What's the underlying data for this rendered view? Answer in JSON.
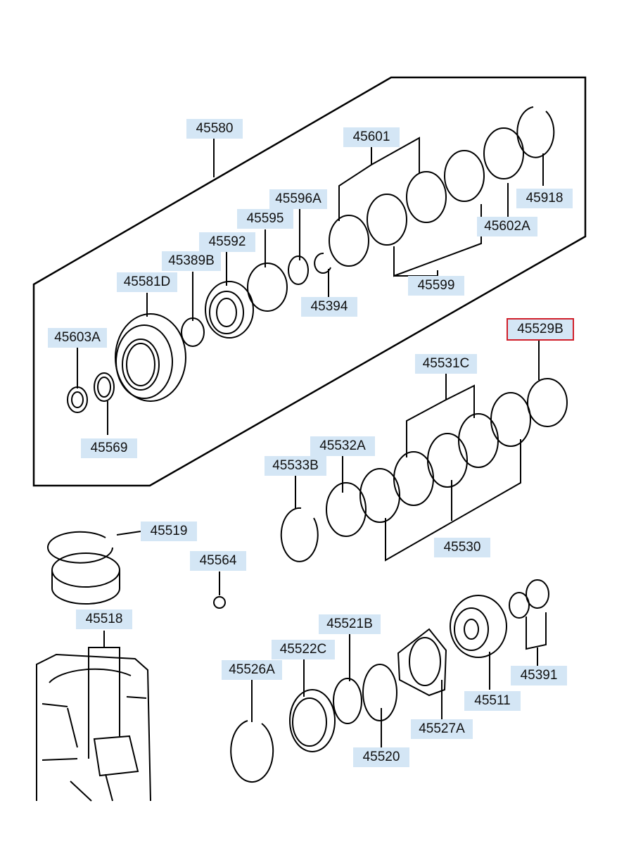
{
  "diagram": {
    "labels": {
      "p45580": "45580",
      "p45601": "45601",
      "p45596A": "45596A",
      "p45595": "45595",
      "p45592": "45592",
      "p45389B": "45389B",
      "p45581D": "45581D",
      "p45603A": "45603A",
      "p45569": "45569",
      "p45394": "45394",
      "p45599": "45599",
      "p45602A": "45602A",
      "p45918": "45918",
      "p45529B": "45529B",
      "p45531C": "45531C",
      "p45532A": "45532A",
      "p45533B": "45533B",
      "p45530": "45530",
      "p45519": "45519",
      "p45564": "45564",
      "p45518": "45518",
      "p45521B": "45521B",
      "p45522C": "45522C",
      "p45526A": "45526A",
      "p45520": "45520",
      "p45527A": "45527A",
      "p45511": "45511",
      "p45391": "45391"
    },
    "selected_part": "45529B",
    "colors": {
      "label_bg": "#d4e6f5",
      "selection": "#d11f2a",
      "line": "#000000"
    }
  }
}
